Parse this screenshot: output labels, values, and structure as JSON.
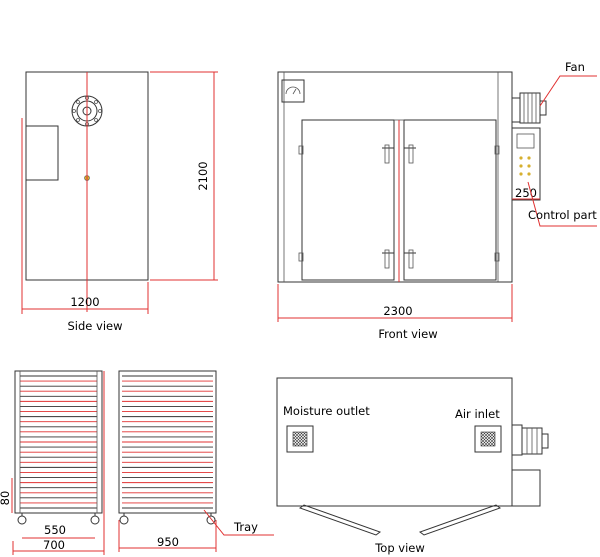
{
  "labels": {
    "fan": "Fan",
    "control_part": "Control part",
    "side_view": "Side view",
    "front_view": "Front view",
    "moisture_outlet": "Moisture outlet",
    "air_inlet": "Air inlet",
    "tray": "Tray",
    "top_view": "Top view"
  },
  "dimensions": {
    "side_height": "2100",
    "side_width": "1200",
    "front_width": "2300",
    "control_gap": "250",
    "trolley_left_height": "80",
    "trolley_inner_width": "550",
    "trolley_width": "700",
    "tray_width": "950"
  },
  "colors": {
    "line": "#333333",
    "dimension": "#e03030"
  }
}
